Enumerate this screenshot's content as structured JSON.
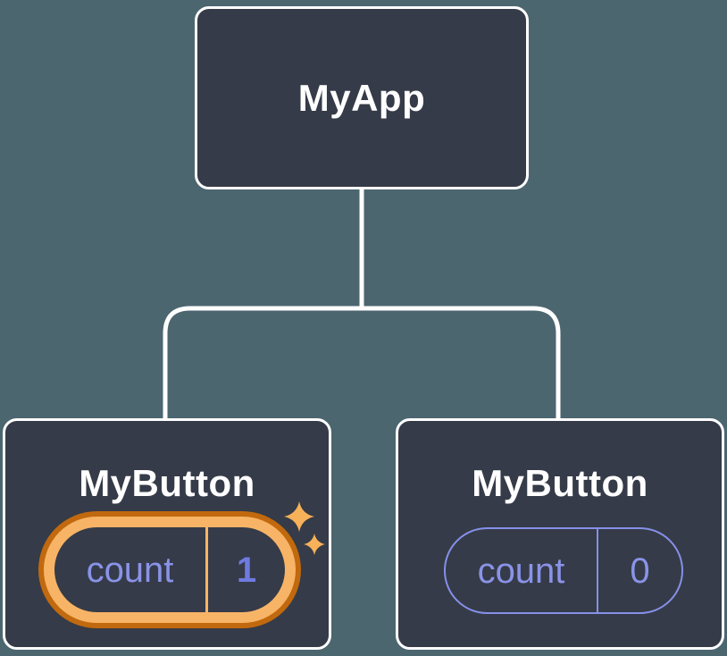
{
  "diagram": {
    "title": "component-state-tree",
    "root": {
      "label": "MyApp"
    },
    "children": [
      {
        "label": "MyButton",
        "state": {
          "name": "count",
          "value": "1"
        },
        "highlighted": true,
        "icon": "sparkles-icon"
      },
      {
        "label": "MyButton",
        "state": {
          "name": "count",
          "value": "0"
        },
        "highlighted": false
      }
    ]
  },
  "colors": {
    "background": "#4C6670",
    "node_fill": "#353B48",
    "node_border": "#FFFFFF",
    "connector": "#FFFFFF",
    "state_text_purple": "#8A93E8",
    "state_pill_border_purple": "#8690E8",
    "highlight_value_purple": "#6F7AE0",
    "highlight_gold": "#F8B466",
    "highlight_dark_orange": "#C1690E",
    "divider_gold": "#F5B566",
    "sparkle_gold": "#F7B159"
  }
}
